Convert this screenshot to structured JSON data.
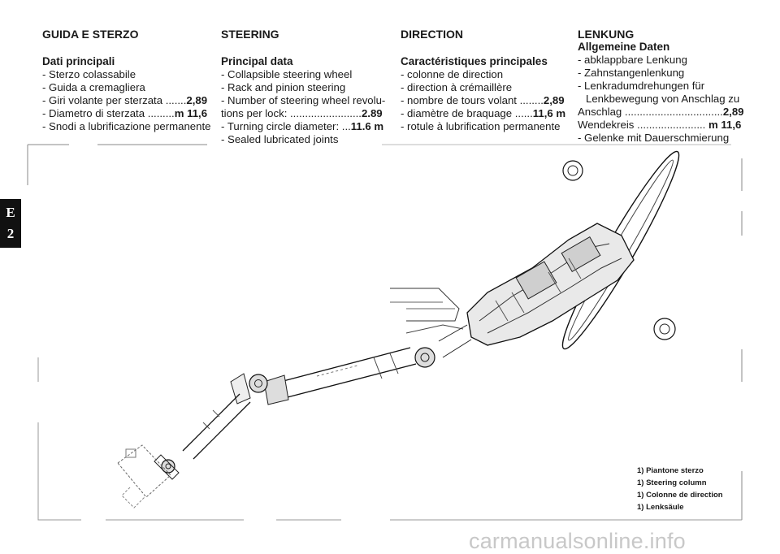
{
  "side_tab": {
    "letter": "E",
    "number": "2"
  },
  "italian": {
    "heading": "GUIDA E STERZO",
    "subheading": "Dati principali",
    "lines": [
      "- Sterzo colassabile",
      "- Guida a cremagliera",
      "- Giri volante per sterzata .......",
      "- Diametro di sterzata .........",
      "- Snodi a lubrificazione permanente"
    ],
    "values": [
      "2,89",
      "m 11,6"
    ]
  },
  "english": {
    "heading": "STEERING",
    "subheading": "Principal data",
    "lines": [
      "- Collapsible steering wheel",
      "- Rack and pinion steering",
      "- Number of steering wheel revolu-",
      "tions per lock: ........................",
      "- Turning circle diameter: ...",
      "- Sealed lubricated joints"
    ],
    "values": [
      "2.89",
      "11.6 m"
    ]
  },
  "french": {
    "heading": "DIRECTION",
    "subheading": "Caractéristiques principales",
    "lines": [
      "- colonne de direction",
      "- direction à crémaillère",
      "- nombre de tours volant ........",
      "- diamètre de braquage ......",
      "- rotule à lubrification permanente"
    ],
    "values": [
      "2,89",
      "11,6 m"
    ]
  },
  "german": {
    "heading": "LENKUNG",
    "subheading": "Allgemeine Daten",
    "lines": [
      "- abklappbare Lenkung",
      "- Zahnstangenlenkung",
      "- Lenkradumdrehungen für",
      "Lenkbewegung von Anschlag zu",
      "Anschlag .................................",
      "Wendekreis .......................",
      "- Gelenke mit Dauerschmierung"
    ],
    "values": [
      "2,89",
      "m 11,6"
    ]
  },
  "caption": [
    "1) Piantone sterzo",
    "1) Steering column",
    "1) Colonne de direction",
    "1) Lenksäule"
  ],
  "watermark": "carmanualsonline.info"
}
